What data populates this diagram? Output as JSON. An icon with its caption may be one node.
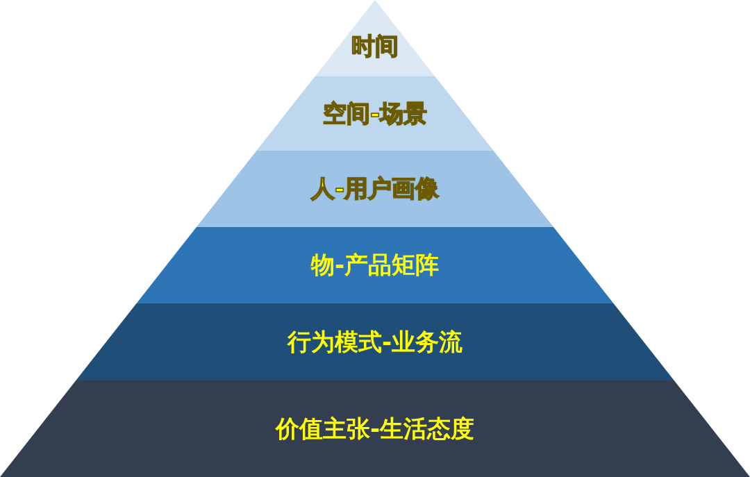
{
  "diagram": {
    "nodes": [
      {
        "text": [
          "时间"
        ]
      },
      {
        "text": [
          "空间-场景"
        ]
      },
      {
        "text": [
          "人-用户画像"
        ]
      },
      {
        "text": [
          "物-产品矩阵"
        ]
      },
      {
        "text": [
          "行为模式-业务流"
        ]
      },
      {
        "text": [
          "价值主张-生活态度"
        ]
      }
    ]
  }
}
